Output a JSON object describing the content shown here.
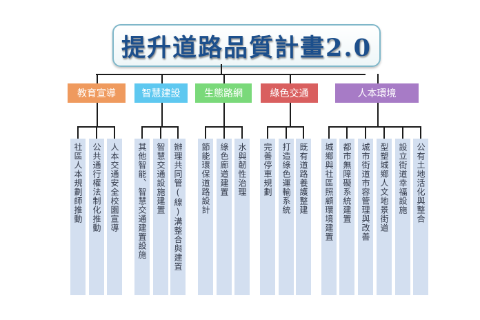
{
  "title": "提升道路品質計畫2.0",
  "categories": [
    {
      "label": "教育宣導",
      "color": "#ef9a5e",
      "children": [
        "社區人本規劃師推動",
        "公共通行權法制化推動",
        "人本交通安全校園宣導"
      ]
    },
    {
      "label": "智慧建設",
      "color": "#5ec8f0",
      "children": [
        "其他智能、智慧交通建置設施",
        "智慧交通設施建置",
        "辦理共同管(線)溝整合與建置"
      ]
    },
    {
      "label": "生態路網",
      "color": "#7ad97a",
      "children": [
        "節能環保道路設計",
        "綠色廊道建置",
        "水與韌性治理"
      ]
    },
    {
      "label": "綠色交通",
      "color": "#d95f5f",
      "children": [
        "完善停車規劃",
        "打造綠色運輸系統",
        "既有道路養護整建"
      ]
    },
    {
      "label": "人本環境",
      "color": "#a77bc6",
      "children": [
        "城鄉與社區照顧環境建置",
        "都市無障礙系統建置",
        "城市街道市容管理與改善",
        "型塑城鄉人文地景街道",
        "設立街道幸福設施",
        "公有土地活化與整合"
      ]
    }
  ]
}
